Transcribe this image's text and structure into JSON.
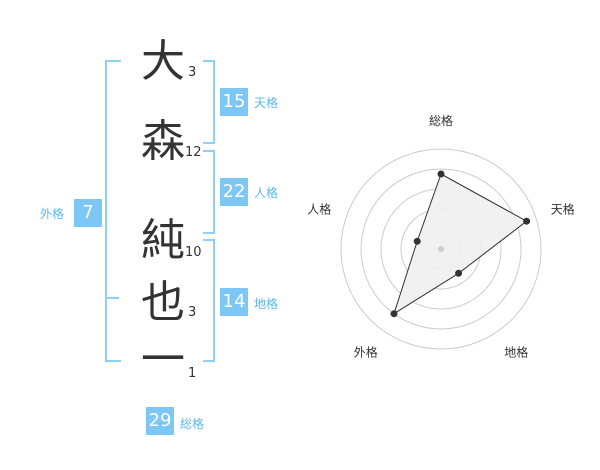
{
  "name": {
    "characters": [
      "大",
      "森",
      "純",
      "也",
      "一"
    ],
    "stroke_counts": [
      "3",
      "12",
      "10",
      "3",
      "1"
    ]
  },
  "fortune": {
    "tenkaku": {
      "value": "15",
      "label": "天格"
    },
    "jinkaku": {
      "value": "22",
      "label": "人格"
    },
    "chikaku": {
      "value": "14",
      "label": "地格"
    },
    "gaikaku": {
      "value": "7",
      "label": "外格"
    },
    "soukaku": {
      "value": "29",
      "label": "総格"
    }
  },
  "colors": {
    "accent": "#7cc7f5",
    "bracket": "#8fd0f7"
  },
  "chart_data": {
    "type": "radar",
    "axes": [
      "総格",
      "天格",
      "地格",
      "外格",
      "人格"
    ],
    "values": [
      0.75,
      0.9,
      0.3,
      0.8,
      0.25
    ],
    "rings": 5
  }
}
